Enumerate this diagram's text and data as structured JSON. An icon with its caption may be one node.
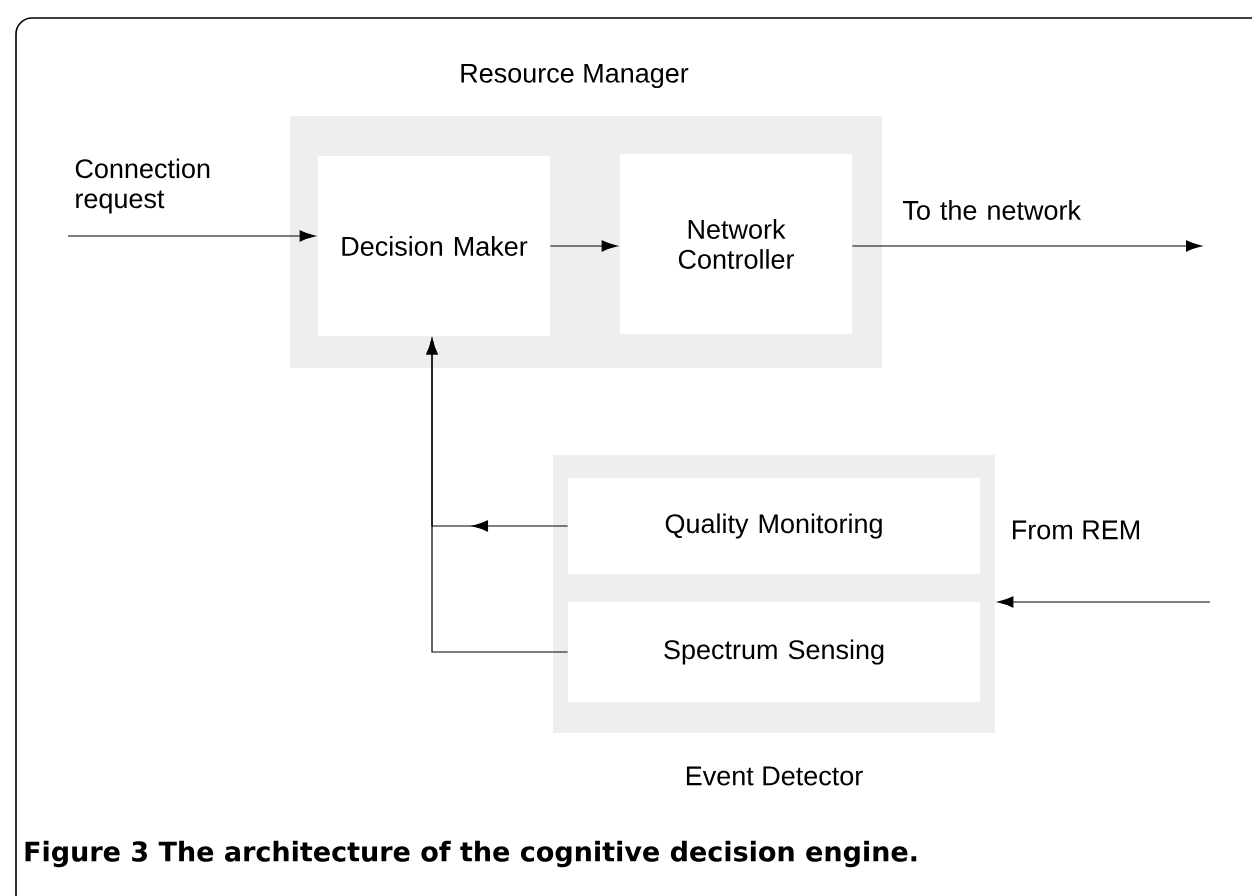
{
  "diagram": {
    "caption": "Figure 3 The architecture of the cognitive decision engine.",
    "nodes": [
      {
        "text": [
          "Resource Manager"
        ]
      },
      {
        "text": [
          "Decision Maker"
        ],
        "in": 0
      },
      {
        "text": [
          "Network Controller"
        ],
        "in": 0
      },
      {
        "text": [
          "Event Detector"
        ]
      },
      {
        "text": [
          "Quality Monitoring"
        ],
        "in": 3
      },
      {
        "text": [
          "Spectrum Sensing"
        ],
        "in": 3
      }
    ],
    "edges": [
      {
        "from": null,
        "to": 1,
        "arrow": "to",
        "label": "Connection request"
      },
      {
        "from": 1,
        "to": 2,
        "arrow": "to"
      },
      {
        "from": 2,
        "to": null,
        "arrow": "to",
        "label": "To the network"
      },
      {
        "from": 4,
        "to": 1,
        "arrow": "to"
      },
      {
        "from": 5,
        "to": 1,
        "arrow": "to"
      },
      {
        "from": null,
        "to": 3,
        "arrow": "to",
        "label": "From REM"
      }
    ]
  }
}
